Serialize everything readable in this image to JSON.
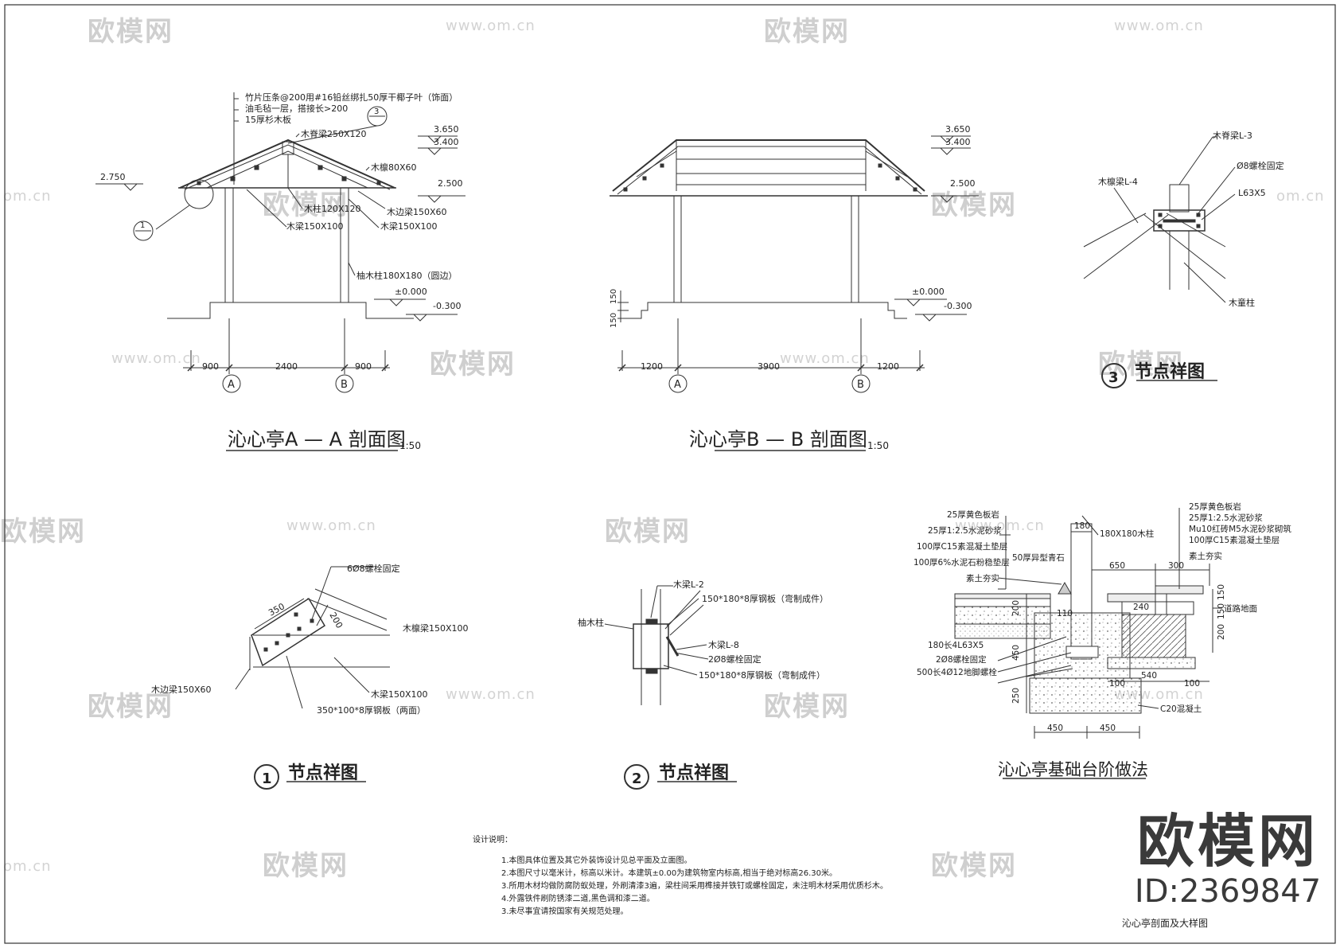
{
  "watermarks": {
    "brand_text": "欧模网",
    "url_text": "www.om.cn",
    "url_fragment": "om.cn"
  },
  "section_aa": {
    "title": "沁心亭A — A 剖面图",
    "scale": "1:50",
    "notes": [
      "竹片压条@200用#16铅丝绑扎50厚干椰子叶（饰面）",
      "油毛毡一层，搭接长>200",
      "15厚杉木板"
    ],
    "labels": {
      "ridge_beam": "木脊梁250X120",
      "purlin": "木檩80X60",
      "edge_beam": "木边梁150X60",
      "column_small": "木柱120X120",
      "beam_left": "木梁150X100",
      "beam_right": "木梁150X100",
      "column_main": "柚木柱180X180（圆边）"
    },
    "elevations": [
      "3.650",
      "3.400",
      "2.750",
      "2.500",
      "±0.000",
      "-0.300"
    ],
    "dims": [
      "900",
      "2400",
      "900"
    ],
    "axes": [
      "A",
      "B"
    ],
    "callouts": [
      "1",
      "3"
    ]
  },
  "section_bb": {
    "title": "沁心亭B — B 剖面图",
    "scale": "1:50",
    "elevations": [
      "3.650",
      "3.400",
      "2.500",
      "±0.000",
      "-0.300"
    ],
    "dims": [
      "1200",
      "3900",
      "1200"
    ],
    "side_dims": [
      "150",
      "150"
    ],
    "axes": [
      "A",
      "B"
    ]
  },
  "detail_3": {
    "title": "节点祥图",
    "number": "3",
    "labels": [
      "木脊梁L-3",
      "Ø8螺栓固定",
      "L63X5",
      "木檩梁L-4",
      "木童柱"
    ]
  },
  "detail_1": {
    "title": "节点祥图",
    "number": "1",
    "labels": [
      "6Ø8螺栓固定",
      "木檩梁150X100",
      "木边梁150X60",
      "木梁150X100",
      "350*100*8厚钢板（两面）"
    ],
    "dims": [
      "350",
      "200"
    ]
  },
  "detail_2": {
    "title": "节点祥图",
    "number": "2",
    "labels": [
      "木梁L-2",
      "150*180*8厚钢板（弯制成件）",
      "柚木柱",
      "木梁L-8",
      "2Ø8螺栓固定",
      "150*180*8厚钢板（弯制成件）"
    ]
  },
  "foundation": {
    "title": "沁心亭基础台阶做法",
    "labels_left": [
      "25厚黄色板岩",
      "25厚1:2.5水泥砂浆",
      "100厚C15素混凝土垫层",
      "100厚6%水泥石粉稳垫层",
      "素土夯实",
      "50厚异型青石"
    ],
    "labels_right": [
      "25厚黄色板岩",
      "25厚1:2.5水泥砂浆",
      "Mu10红砖M5水泥砂浆砌筑",
      "100厚C15素混凝土垫层",
      "素土夯实"
    ],
    "labels_bottom": [
      "180长4L63X5",
      "2Ø8螺栓固定",
      "500长4Ø12地脚螺栓",
      "C20混凝土"
    ],
    "col_label": "180X180木柱",
    "road_label": "道路地面",
    "dims": [
      "180",
      "650",
      "300",
      "240",
      "540",
      "100",
      "100",
      "450",
      "450",
      "250",
      "450",
      "200",
      "150",
      "150",
      "110",
      "200"
    ]
  },
  "design_notes": {
    "heading": "设计说明：",
    "items": [
      "1.本图具体位置及其它外装饰设计见总平面及立面图。",
      "2.本图尺寸以毫米计，标高以米计。本建筑±0.00为建筑物室内标高,相当于绝对标高26.30米。",
      "3.所用木材均做防腐防蚁处理，外刷清漆3遍，梁柱间采用榫接并铁钉或螺栓固定，未注明木材采用优质杉木。",
      "4.外露铁件刷防锈漆二道,黑色调和漆二道。",
      "3.未尽事宜请按国家有关规范处理。"
    ]
  },
  "sheet_title": "沁心亭剖面及大样图",
  "brand": {
    "logo": "欧模网",
    "id": "ID:2369847"
  }
}
